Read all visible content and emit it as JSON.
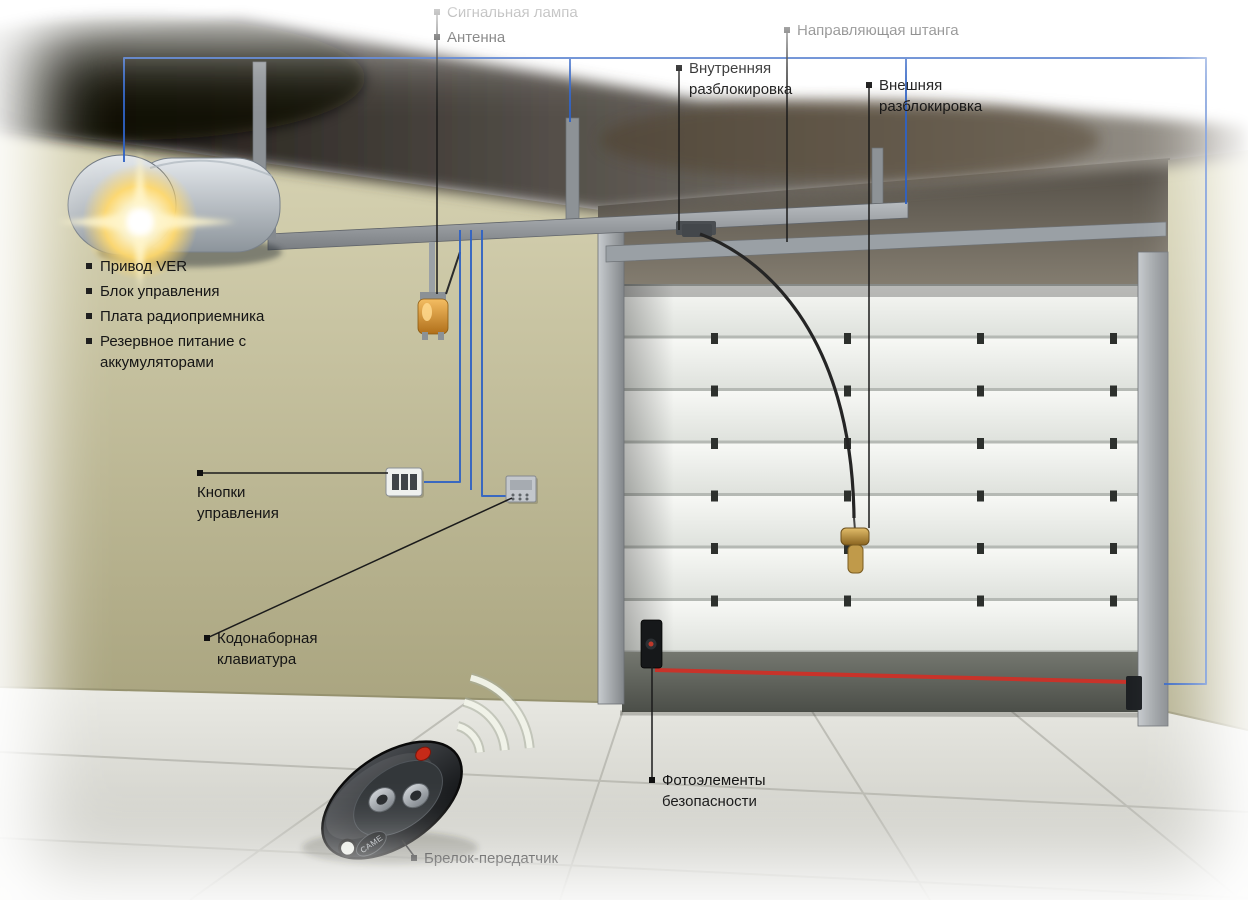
{
  "labels": {
    "signal_lamp": "Сигнальная лампа",
    "antenna": "Антенна",
    "guide_rail": "Направляющая штанга",
    "internal_release": "Внутренняя разблокировка",
    "external_release": "Внешняя разблокировка",
    "drive_unit": [
      "Привод VER",
      "Блок управления",
      "Плата радиоприемника",
      "Резервное питание с аккумуляторами"
    ],
    "control_buttons": "Кнопки управления",
    "code_keypad": "Кодонаборная клавиатура",
    "safety_photocells": "Фотоэлементы безопасности",
    "keyfob_transmitter": "Брелок-передатчик"
  },
  "device_markings": {
    "keyfob_logo": "CAME"
  },
  "colors": {
    "wire_blue": "#2f62c4",
    "beam_red": "#c8332a",
    "wall_beige": "#c9c5a2",
    "lamp_orange": "#e8a33c"
  }
}
